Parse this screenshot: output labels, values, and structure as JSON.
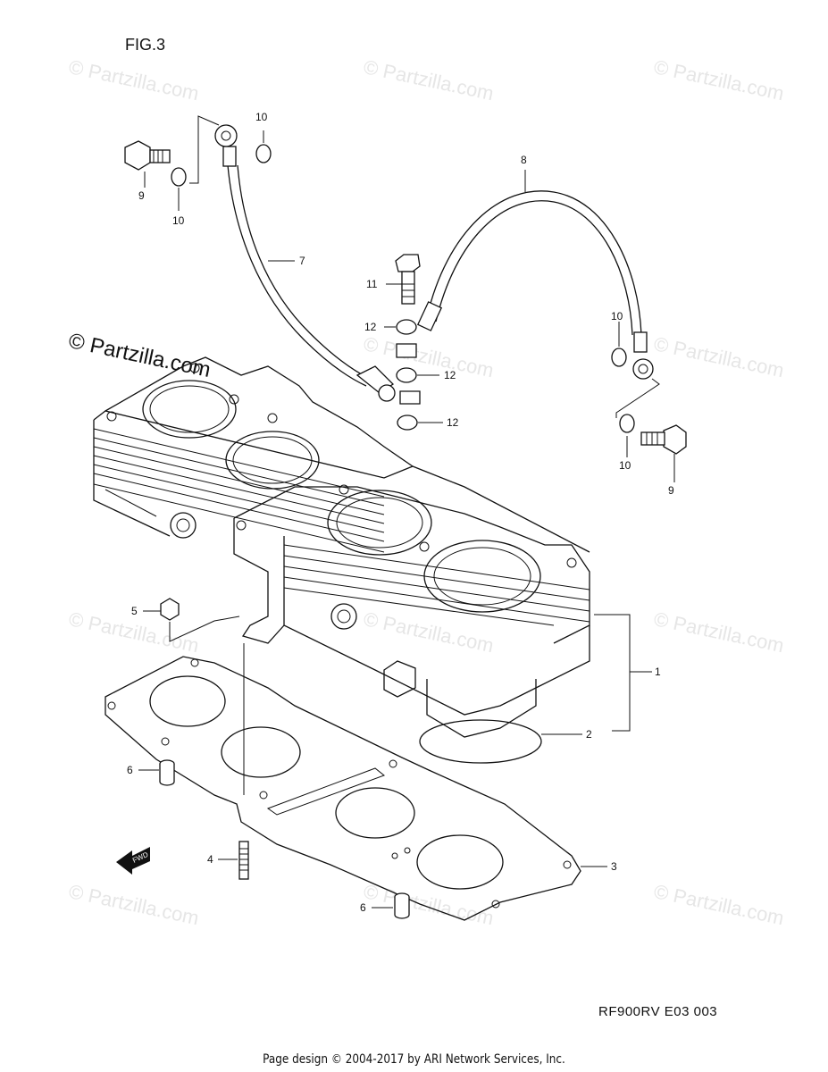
{
  "figure": {
    "title": "FIG.3",
    "diagram_code": "RF900RV E03  003",
    "footer": "Page design © 2004-2017 by ARI Network Services, Inc."
  },
  "watermark": {
    "repeat_text": "© Partzilla.com",
    "main_text": "© Partzilla.com"
  },
  "callouts": {
    "c1": "1",
    "c2": "2",
    "c3": "3",
    "c4": "4",
    "c5": "5",
    "c6a": "6",
    "c6b": "6",
    "c7": "7",
    "c8": "8",
    "c9a": "9",
    "c9b": "9",
    "c10a": "10",
    "c10b": "10",
    "c10c": "10",
    "c10d": "10",
    "c11": "11",
    "c12a": "12",
    "c12b": "12",
    "c12c": "12"
  },
  "fwd_arrow_label": "FWD"
}
